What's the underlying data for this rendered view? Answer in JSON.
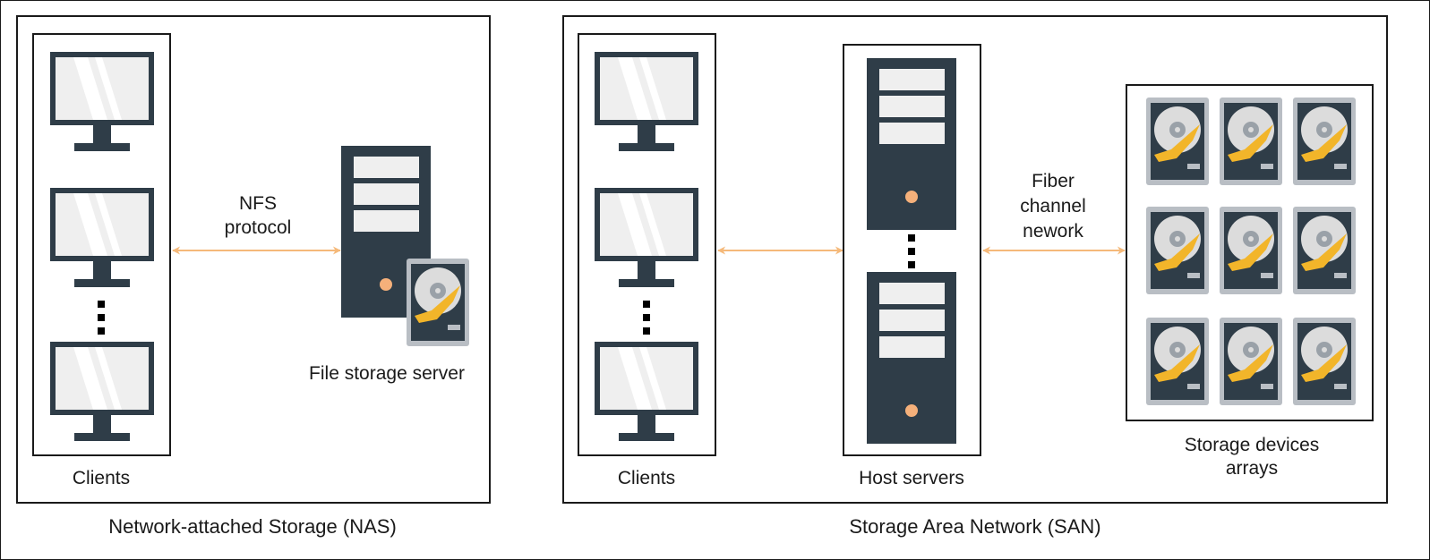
{
  "nas": {
    "caption": "Network-attached Storage (NAS)",
    "clients_label": "Clients",
    "protocol_line1": "NFS",
    "protocol_line2": "protocol",
    "server_label": "File storage server"
  },
  "san": {
    "caption": "Storage Area Network (SAN)",
    "clients_label": "Clients",
    "hosts_label": "Host servers",
    "network_line1": "Fiber",
    "network_line2": "channel",
    "network_line3": "nework",
    "storage_line1": "Storage devices",
    "storage_line2": "arrays"
  },
  "colors": {
    "device_dark": "#2f3d48",
    "screen_light": "#efefef",
    "arrow": "#f5b97a",
    "power_led": "#f5b07a",
    "disk_platter": "#dcdcdc",
    "disk_arm": "#f2b52a",
    "disk_case": "#b9bec4"
  },
  "icons": [
    "monitor-icon",
    "server-tower-icon",
    "hard-disk-icon"
  ]
}
